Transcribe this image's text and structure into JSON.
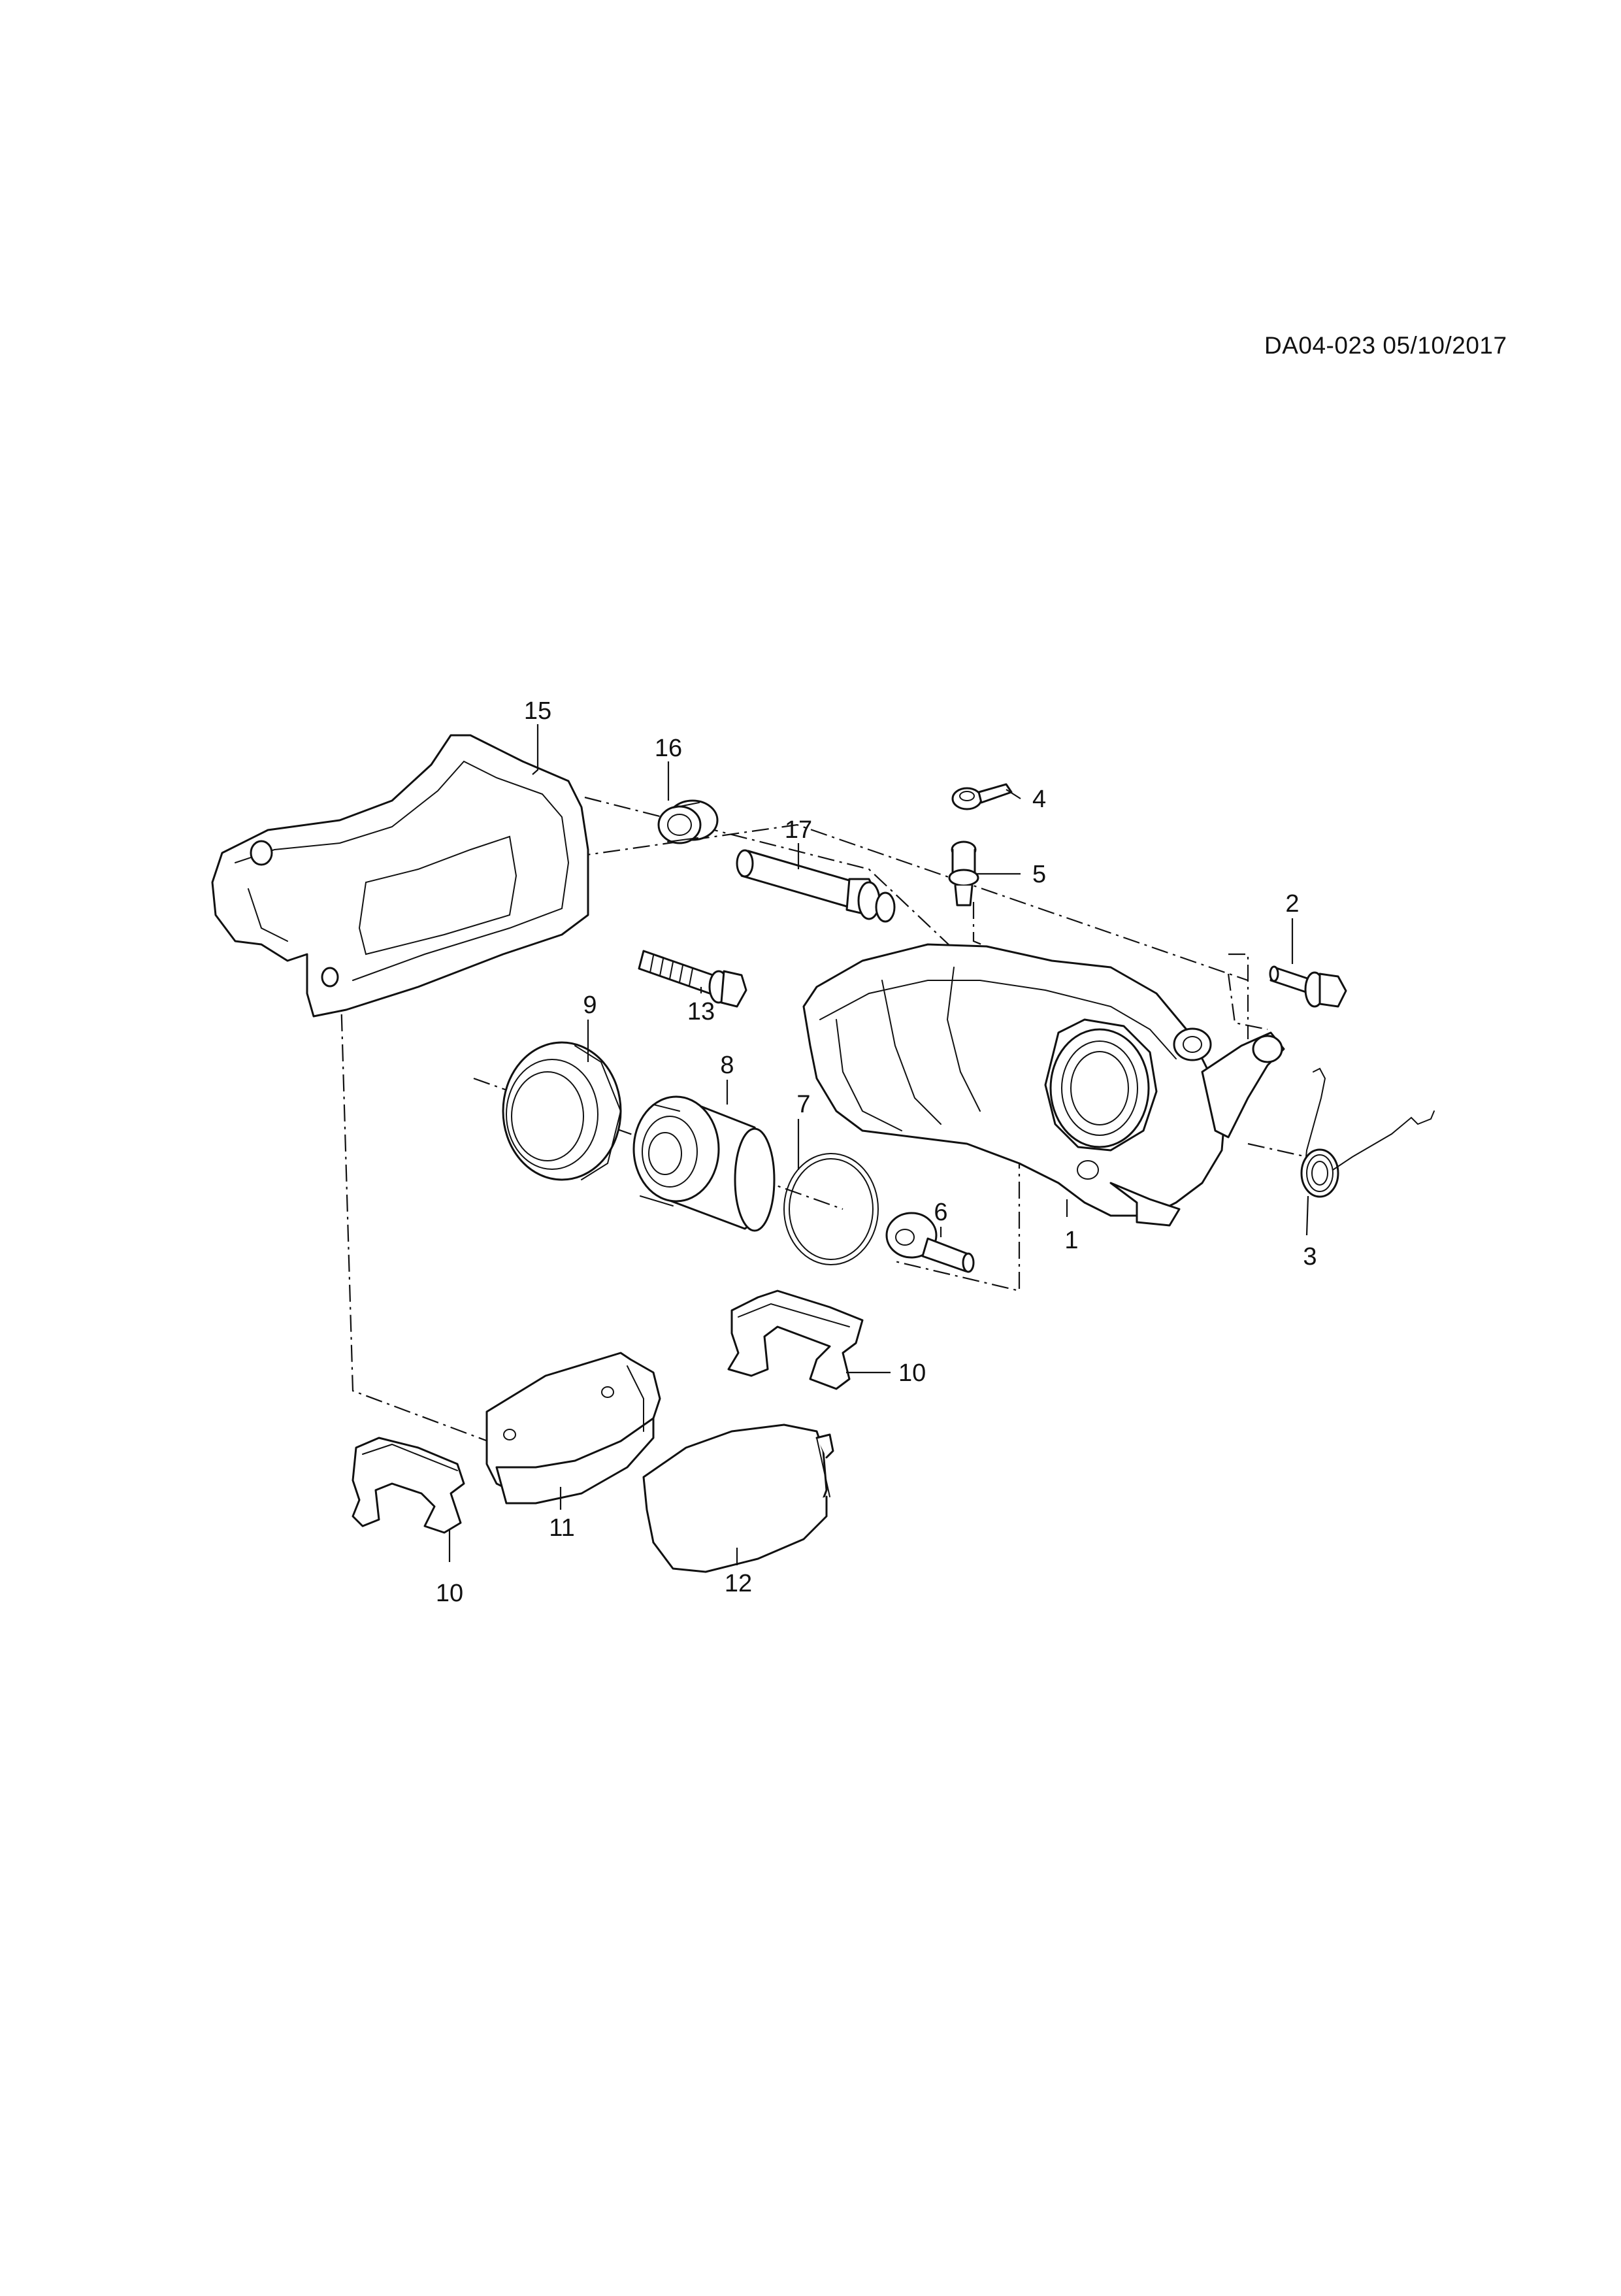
{
  "document": {
    "reference": "DA04-023 05/10/2017"
  },
  "callouts": {
    "c1": "1",
    "c2": "2",
    "c3": "3",
    "c4": "4",
    "c5": "5",
    "c6": "6",
    "c7": "7",
    "c8": "8",
    "c9": "9",
    "c10a": "10",
    "c10b": "10",
    "c11": "11",
    "c12": "12",
    "c13": "13",
    "c15": "15",
    "c16": "16",
    "c17": "17"
  }
}
